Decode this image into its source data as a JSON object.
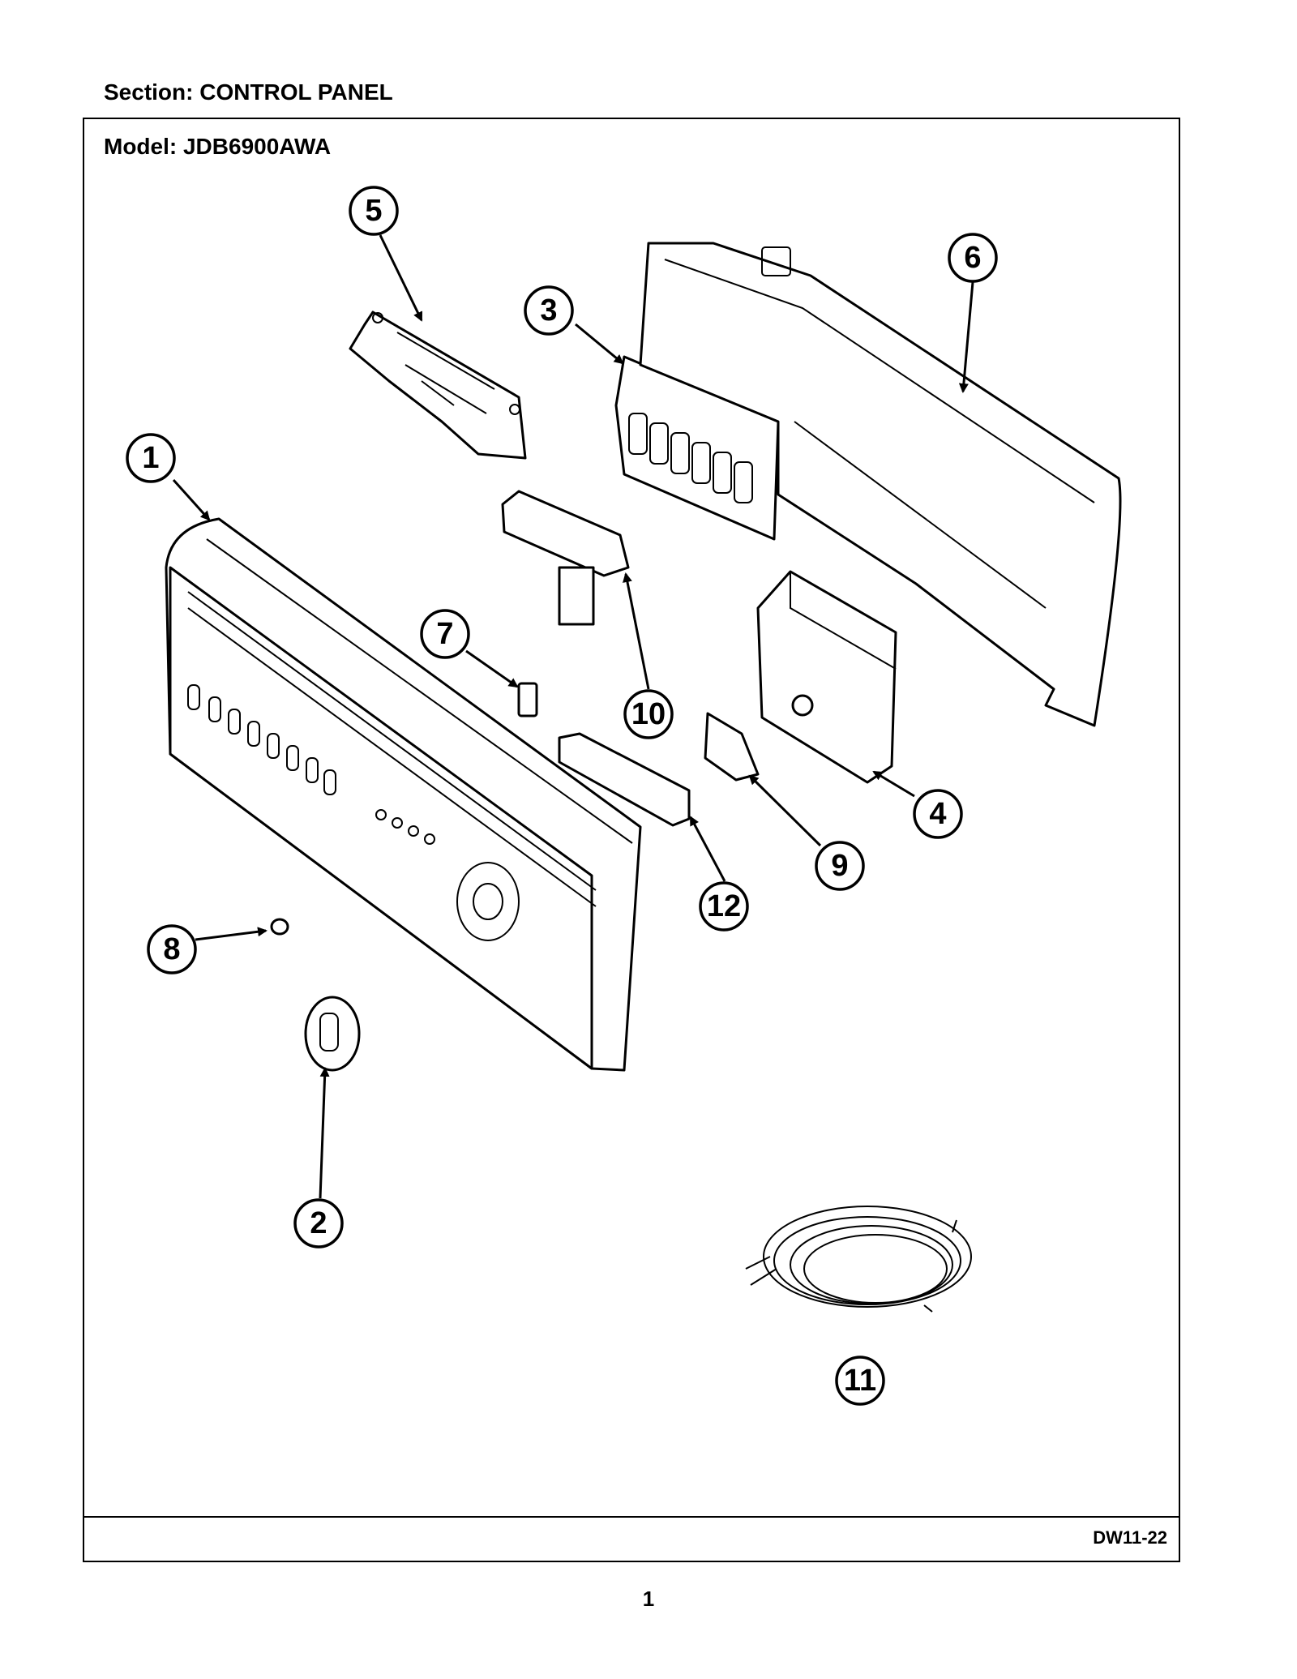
{
  "header": {
    "section_label": "Section:  CONTROL PANEL"
  },
  "frame": {
    "model_label": "Model:  JDB6900AWA",
    "doc_code": "DW11-22"
  },
  "page": {
    "number": "1"
  },
  "callouts": [
    "1",
    "2",
    "3",
    "4",
    "5",
    "6",
    "7",
    "8",
    "9",
    "10",
    "11",
    "12"
  ]
}
